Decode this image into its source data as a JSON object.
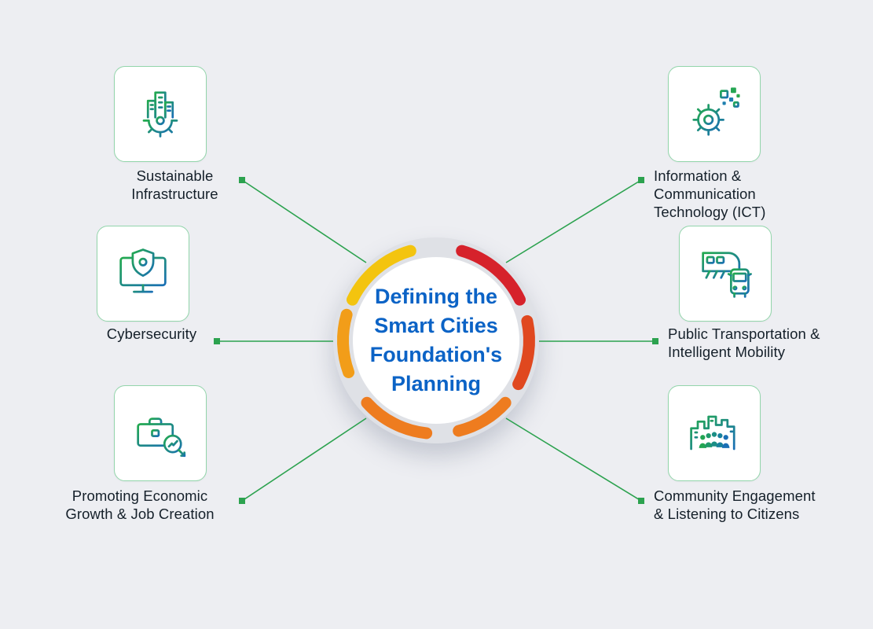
{
  "center": {
    "title_lines": [
      "Defining the",
      "Smart Cities",
      "Foundation's",
      "Planning"
    ]
  },
  "nodes": {
    "left": [
      {
        "id": "sustainable-infrastructure",
        "icon": "buildings-gear-icon",
        "lines": [
          "Sustainable",
          "Infrastructure"
        ]
      },
      {
        "id": "cybersecurity",
        "icon": "monitor-shield-lock-icon",
        "lines": [
          "Cybersecurity"
        ]
      },
      {
        "id": "economic-growth",
        "icon": "briefcase-magnifier-icon",
        "lines": [
          "Promoting Economic",
          "Growth & Job Creation"
        ]
      }
    ],
    "right": [
      {
        "id": "ict",
        "icon": "gear-digital-pixels-icon",
        "lines": [
          "Information &",
          "Communication",
          "Technology (ICT)"
        ]
      },
      {
        "id": "public-transport",
        "icon": "train-bus-icon",
        "lines": [
          "Public Transportation &",
          "Intelligent Mobility"
        ]
      },
      {
        "id": "community-engagement",
        "icon": "people-city-icon",
        "lines": [
          "Community Engagement",
          "& Listening to Citizens"
        ]
      }
    ]
  },
  "colors": {
    "background": "#edeef2",
    "title_blue": "#0b63c6",
    "label_dark": "#15202a",
    "connector_green": "#2ca24f",
    "ring_gray": "#dfe1e6",
    "card_border_green": "#93d5ab",
    "icon_gradient_green": "#23aa4f",
    "icon_gradient_blue": "#1a6fb5",
    "arc_yellow": "#f3c40f",
    "arc_red": "#d6222b",
    "arc_vermillion": "#e0481f",
    "arc_orange": "#ee7c1f",
    "arc_amber": "#f29d19"
  }
}
